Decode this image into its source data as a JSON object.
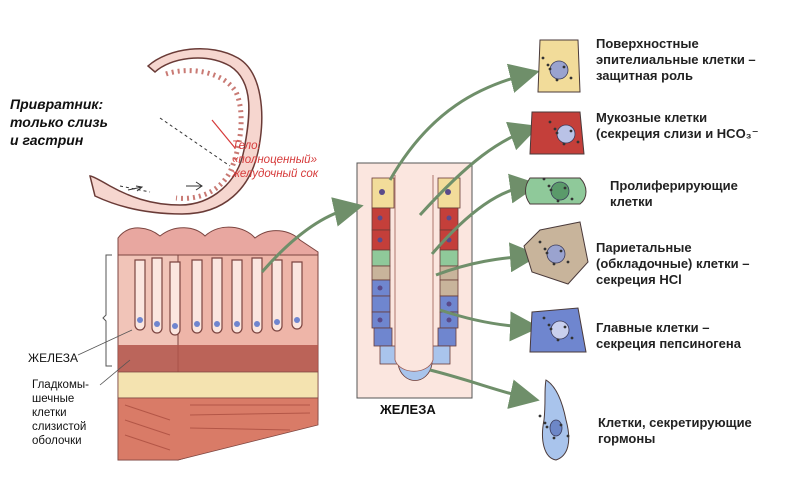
{
  "labels": {
    "pylorus": "Привратник:\nтолько слизь\nи гастрин",
    "body": "Тело:\n«полноценный»\nжелудочный сок",
    "gland_left": "ЖЕЛЕЗА",
    "smooth_muscle": "Гладкомы-\nшечные\nклетки\nслизистой\nоболочки",
    "gland_center": "ЖЕЛЕЗА"
  },
  "cells": [
    {
      "text": "Поверхностные\nэпителиальные клетки –\nзащитная роль",
      "color": "#f2dc9a",
      "nucleus": "#9aa3cf"
    },
    {
      "text": "Мукозные клетки\n(секреция слизи и HCO₃⁻",
      "color": "#c43f3a",
      "nucleus": "#b9c2e6"
    },
    {
      "text": "Пролиферирующие\nклетки",
      "color": "#8fc99a",
      "nucleus": "#5a9a6a"
    },
    {
      "text": "Париетальные\n(обкладочные) клетки –\nсекреция HCl",
      "color": "#c8b49b",
      "nucleus": "#9aa3cf"
    },
    {
      "text": "Главные клетки –\nсекреция пепсиногена",
      "color": "#6f86cf",
      "nucleus": "#c9d0ee"
    },
    {
      "text": "Клетки, секретирующие\nгормоны",
      "color": "#a9c4ec",
      "nucleus": "#6d87c7"
    }
  ],
  "colors": {
    "mucosa": "#e8a7a0",
    "mucosa_dark": "#c97a74",
    "submucosa": "#f4e3b0",
    "muscle": "#d97b67",
    "arrow": "#6f8f6a",
    "panel": "#fbe6df"
  }
}
